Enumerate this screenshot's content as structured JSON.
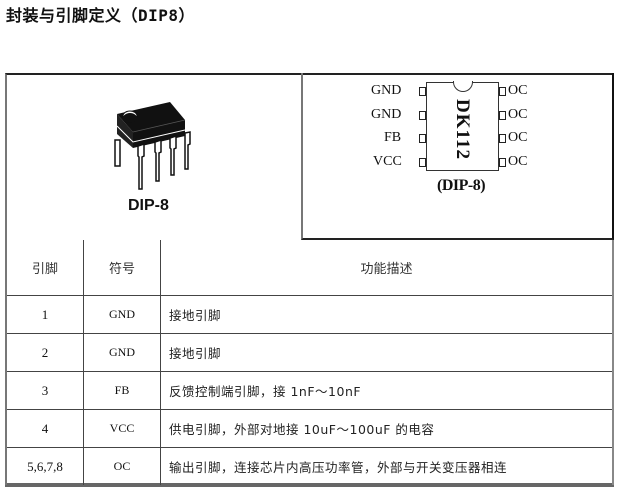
{
  "document": {
    "title": "封装与引脚定义",
    "title_suffix": "（DIP8）"
  },
  "package_image": {
    "label": "DIP-8",
    "icon": "dip8-chip-3d-icon"
  },
  "pinout_diagram": {
    "chip_name": "DK112",
    "package_label": "(DIP-8)",
    "left_pins": [
      {
        "label": "GND"
      },
      {
        "label": "GND"
      },
      {
        "label": "FB"
      },
      {
        "label": "VCC"
      }
    ],
    "right_pins": [
      {
        "label": "OC"
      },
      {
        "label": "OC"
      },
      {
        "label": "OC"
      },
      {
        "label": "OC"
      }
    ]
  },
  "pin_table": {
    "headers": {
      "pin": "引脚",
      "symbol": "符号",
      "description": "功能描述"
    },
    "rows": [
      {
        "pin": "1",
        "symbol": "GND",
        "description": "接地引脚"
      },
      {
        "pin": "2",
        "symbol": "GND",
        "description": "接地引脚"
      },
      {
        "pin": "3",
        "symbol": "FB",
        "description": "反馈控制端引脚，接 1nF～10nF"
      },
      {
        "pin": "4",
        "symbol": "VCC",
        "description": "供电引脚，外部对地接 10uF～100uF 的电容"
      },
      {
        "pin": "5,6,7,8",
        "symbol": "OC",
        "description": "输出引脚，连接芯片内高压功率管，外部与开关变压器相连"
      }
    ]
  }
}
